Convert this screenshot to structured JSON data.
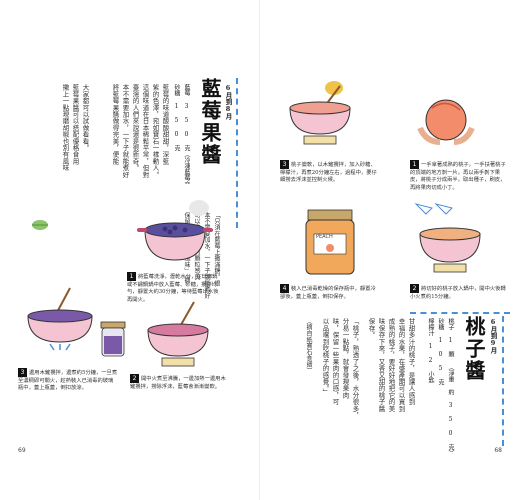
{
  "left_page": {
    "page_number": "69",
    "title": "藍莓果醬",
    "date": "6月到8月",
    "recipe": {
      "line1": "藍莓 3 5 0 克（冷凍藍莓亦可使用）",
      "line2": "砂糖 1 5 0 克"
    },
    "essay": [
      "藍莓的味道酸酸甜甜，深藍",
      "紫的色澤，宛如寶石一樣動人。",
      "這個味道在日本稀鬆平常，但對",
      "臺灣的人們來說還是很新奇。",
      "本不需要加水，一下子就能煮好",
      "將藍莓果醬做得完美，便能"
    ],
    "essay_b": [
      "大家都可以試做看看。",
      "藍莓果醬可以搭配優格食用",
      "撒上一點現磨胡椒也別有風味"
    ],
    "box_text": [
      "「只須在藍莓上撒滿糖，根",
      "本不需要加水，一下子就能煮好",
      "可以做出果醬的顆粒感與",
      "保留果實原有的風味」（摘"
    ],
    "steps": [
      {
        "n": "1",
        "text": "將藍莓洗淨，瀝乾水分，在琺瑯鍋或不鏽鋼鍋中放入藍莓、砂糖，攪拌均勻，靜置大約30分鐘，等待藍莓出水後再開火。"
      },
      {
        "n": "2",
        "text": "開中火煮至沸騰，一邊加熱一邊用木鏟攪拌，撈除浮沫，藍莓會漸漸變軟。"
      },
      {
        "n": "3",
        "text": "邊用木鏟攪拌，邊煮約5分鐘，一旦煮至濃稠即可關火，趁熱裝入已消毒的玻璃瓶中，蓋上瓶蓋，倒扣放涼。"
      }
    ]
  },
  "right_page": {
    "page_number": "68",
    "title": "桃子醬",
    "date": "6月到9月",
    "recipe": {
      "line1": "桃子 1 顆 （淨重 約 3 5 0 克）",
      "line2": "砂糖 1 0 5 克",
      "line3": "檸檬汁 1 2 小匙"
    },
    "essay": [
      "甘甜多汁的桃子，是讓人感到",
      "幸福的水果，在盛產期可以買到",
      "成熟的桃子，要好好地把它的美",
      "味保存下來，又香又甜的桃子醬",
      "保存。"
    ],
    "essay_b": [
      "「桃子，熟透了之後，水分很多，",
      "分易一點點，就會發現果肉",
      "味，保留一些果肉的口感，可",
      "以品嚐到吃桃子的感覺。」"
    ],
    "tag": "（摘自紙寶石食譜）",
    "steps": [
      {
        "n": "1",
        "text": "一手拿著成熟的桃子，一手扶著桃子的頂端的地方剝一片，再以兩手剝下果皮，將桃子分成兩半，取出種子，刷皮，再將果肉切成小丁。"
      },
      {
        "n": "2",
        "text": "將切好的桃子放入鍋中，開中火後轉小火煮約15分鐘。"
      },
      {
        "n": "3",
        "text": "桃子變軟，以木鏟攪拌，加入砂糖、檸檬汁，再煮20分鐘左右，過程中，要仔細撈去浮沫並控制火候。"
      },
      {
        "n": "4",
        "text": "裝入已消毒乾燥的保存瓶中，靜置冷卻後，蓋上瓶蓋，倒扣保存。"
      }
    ],
    "jar_label": "PEACH"
  }
}
